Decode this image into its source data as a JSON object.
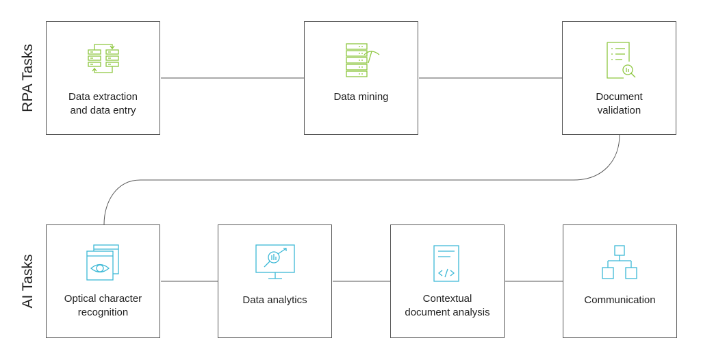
{
  "rows": {
    "rpa": {
      "title": "RPA Tasks",
      "color": "#8dc63f"
    },
    "ai": {
      "title": "AI Tasks",
      "color": "#3bb8d6"
    }
  },
  "tasks": {
    "data_extraction": {
      "line1": "Data extraction",
      "line2": "and data entry",
      "icon": "data-transfer-icon"
    },
    "data_mining": {
      "line1": "Data mining",
      "line2": "",
      "icon": "data-mining-icon"
    },
    "document_validation": {
      "line1": "Document",
      "line2": "validation",
      "icon": "document-search-icon"
    },
    "ocr": {
      "line1": "Optical character",
      "line2": "recognition",
      "icon": "eye-window-icon"
    },
    "data_analytics": {
      "line1": "Data analytics",
      "line2": "",
      "icon": "monitor-analytics-icon"
    },
    "contextual_analysis": {
      "line1": "Contextual",
      "line2": "document analysis",
      "icon": "code-document-icon"
    },
    "communication": {
      "line1": "Communication",
      "line2": "",
      "icon": "hierarchy-icon"
    }
  },
  "colors": {
    "line": "#555555",
    "text": "#222222"
  }
}
